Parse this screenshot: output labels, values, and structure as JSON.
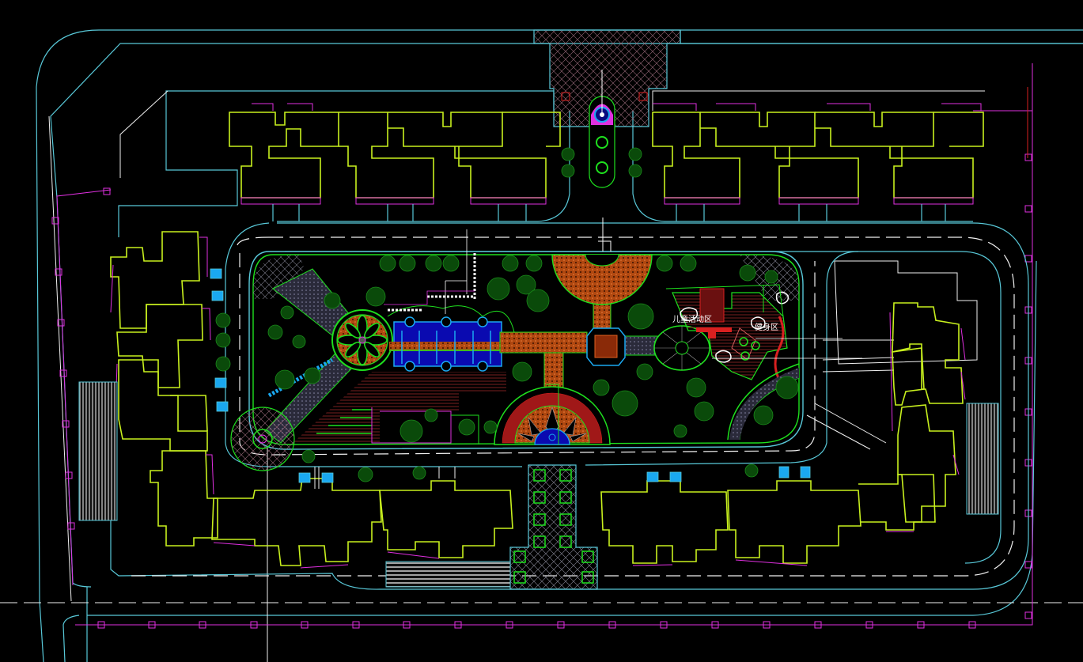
{
  "drawing": {
    "type": "CAD landscape site plan",
    "background": "#000000",
    "colors": {
      "building_outline": "#c8f01e",
      "building_offset": "#e030e0",
      "road_edge": "#58c8d8",
      "centerline": "#f0f0f0",
      "property_line": "#e030e0",
      "landscape": "#1ee01e",
      "paving": "#d86020",
      "water": "#1a1ad0",
      "tree": "#1a8a1a",
      "hatch_deck": "#8a1a1a",
      "parking_stripes": "#a0a0a0"
    }
  },
  "labels": {
    "kids_area": "儿童活动区",
    "fitness_area": "健身区"
  },
  "zones": [
    {
      "id": "north-entrance",
      "desc": "Cross-hatched entrance plaza with oval fountain"
    },
    {
      "id": "central-garden",
      "desc": "Rounded-rectangle park with water feature, pavilions, plazas"
    },
    {
      "id": "south-entrance",
      "desc": "Hatched pedestrian mall with tree planters"
    },
    {
      "id": "north-buildings",
      "count": 10
    },
    {
      "id": "west-buildings",
      "count": 4
    },
    {
      "id": "south-buildings",
      "count": 8
    },
    {
      "id": "east-buildings",
      "count": 3
    }
  ]
}
